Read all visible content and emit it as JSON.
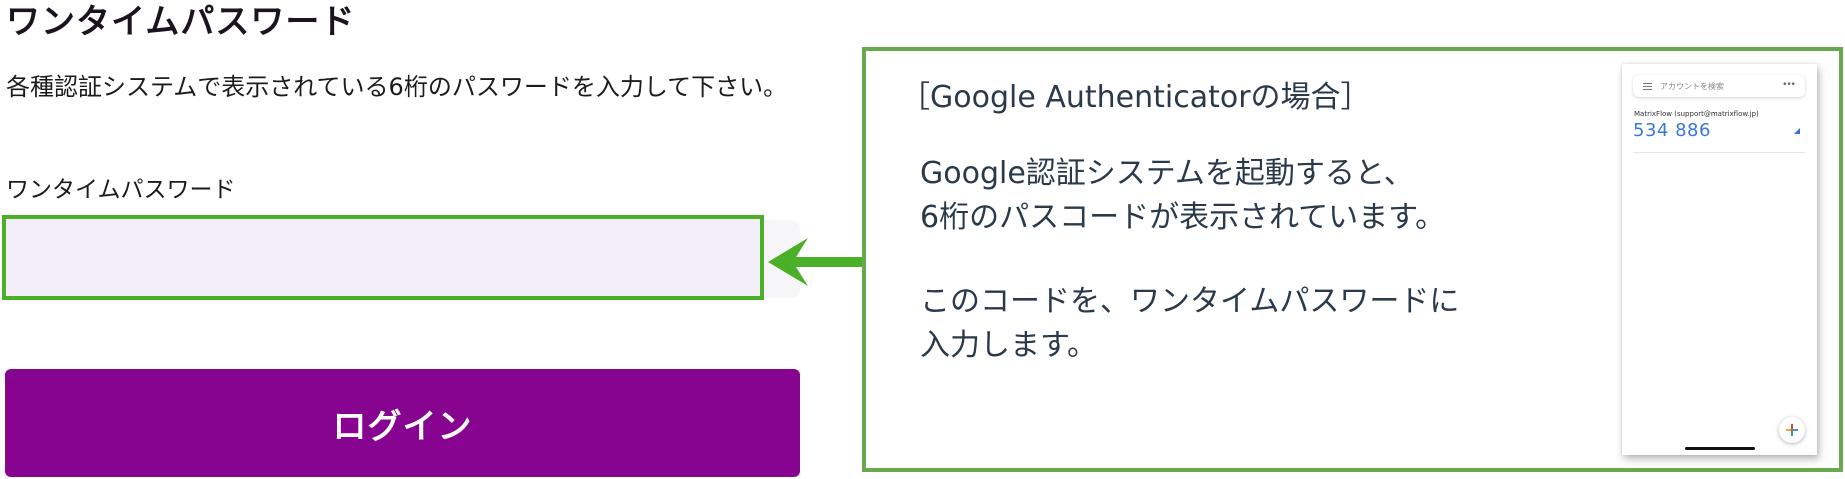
{
  "page": {
    "title": "ワンタイムパスワード",
    "description": "各種認証システムで表示されている6桁のパスワードを入力して下さい。",
    "field_label": "ワンタイムパスワード",
    "input_value": "",
    "input_placeholder": "",
    "login_button": "ログイン"
  },
  "annotation": {
    "title": "［Google Authenticatorの場合］",
    "lines": [
      "Google認証システムを起動すると、",
      "6桁のパスコードが表示されています。",
      "このコードを、ワンタイムパスワードに",
      "入力します。"
    ],
    "border_color": "#6aa84f",
    "arrow_color": "#4caf28"
  },
  "phone": {
    "search_placeholder": "アカウントを検索",
    "more_label": "•••",
    "account_name": "MatrixFlow (support@matrixflow.jp)",
    "code": "534 886"
  },
  "colors": {
    "login_button": "#86048f",
    "highlight": "#4caf28",
    "code_blue": "#3a78d8"
  }
}
